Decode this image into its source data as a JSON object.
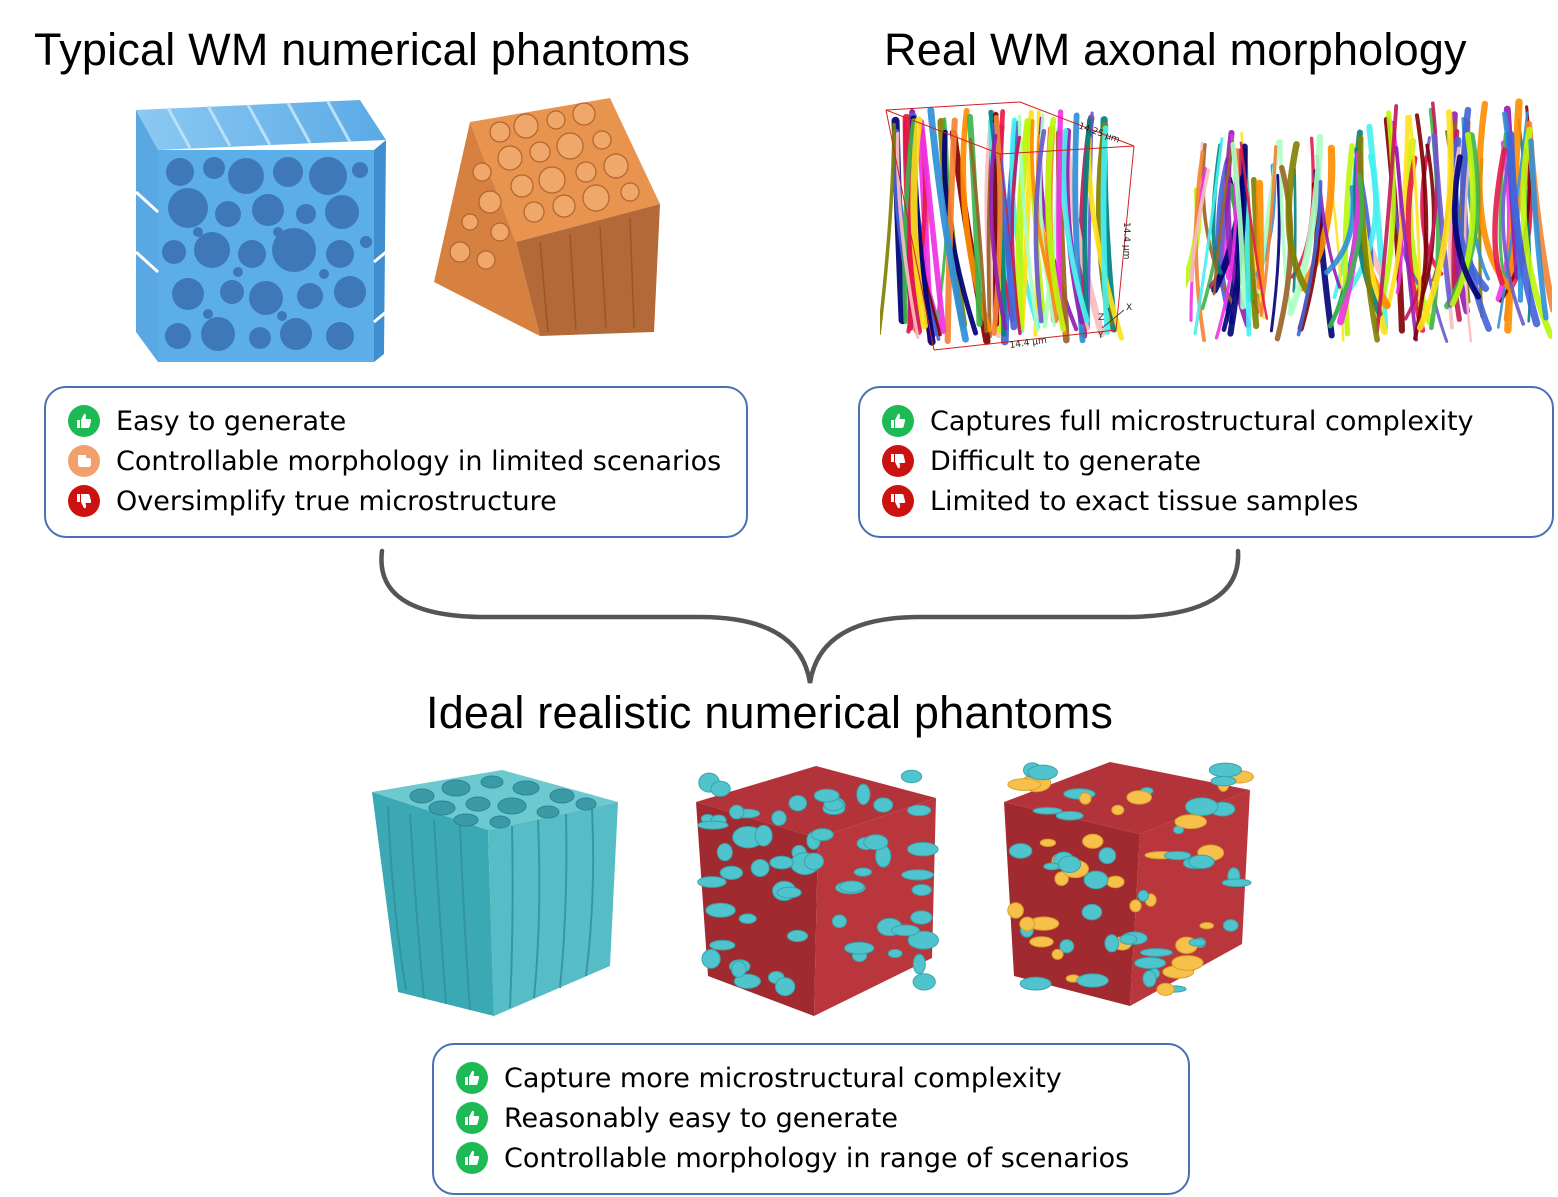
{
  "titles": {
    "typical": "Typical WM numerical phantoms",
    "real": "Real WM axonal morphology",
    "ideal": "Ideal realistic numerical phantoms"
  },
  "colors": {
    "pro": "#1db954",
    "neutral": "#f2a06b",
    "con": "#cc1111",
    "panel_border": "#4a6fb5",
    "brace": "#555555"
  },
  "panels": {
    "typical": [
      {
        "text": "Easy to generate",
        "icon": "thumbs-up-icon"
      },
      {
        "text": "Controllable morphology in limited scenarios",
        "icon": "thumbs-sideways-icon"
      },
      {
        "text": "Oversimplify true microstructure",
        "icon": "thumbs-down-icon"
      }
    ],
    "real": [
      {
        "text": "Captures full microstructural complexity",
        "icon": "thumbs-up-icon"
      },
      {
        "text": "Difficult to generate",
        "icon": "thumbs-down-icon"
      },
      {
        "text": "Limited to exact tissue samples",
        "icon": "thumbs-down-icon"
      }
    ],
    "ideal": [
      {
        "text": "Capture more microstructural complexity",
        "icon": "thumbs-up-icon"
      },
      {
        "text": "Reasonably easy to generate",
        "icon": "thumbs-up-icon"
      },
      {
        "text": "Controllable morphology in range of scenarios",
        "icon": "thumbs-up-icon"
      }
    ]
  },
  "scale_labels": {
    "top": "14.25 µm",
    "right": "14.4 µm",
    "bottom": "14.4 µm",
    "axis_x": "X",
    "axis_y": "Y",
    "axis_z": "Z"
  }
}
